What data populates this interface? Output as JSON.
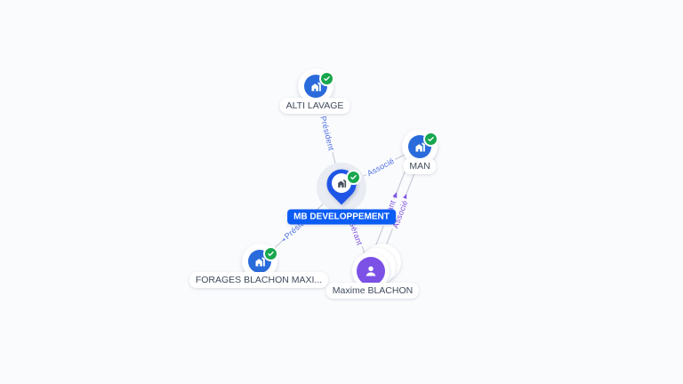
{
  "canvas": {
    "background": "#fafbfd"
  },
  "nodes": [
    {
      "label": "ALTI LAVAGE",
      "type": "company",
      "verified": true
    },
    {
      "label": "MAN",
      "type": "company",
      "verified": true
    },
    {
      "label": "MB DEVELOPPEMENT",
      "type": "company",
      "focused": true,
      "verified": true
    },
    {
      "label": "FORAGES BLACHON MAXI...",
      "type": "company",
      "verified": true
    },
    {
      "label": "Maxime BLACHON",
      "type": "person",
      "verified": false,
      "stacked": true
    }
  ],
  "edges": [
    {
      "from": "MB DEVELOPPEMENT",
      "to": "ALTI LAVAGE",
      "role": "Président"
    },
    {
      "from": "MB DEVELOPPEMENT",
      "to": "MAN",
      "role": "Associé"
    },
    {
      "from": "MB DEVELOPPEMENT",
      "to": "FORAGES BLACHON MAXI...",
      "role": "Président"
    },
    {
      "from": "Maxime BLACHON",
      "to": "MB DEVELOPPEMENT",
      "role": "Gérant"
    },
    {
      "from": "Maxime BLACHON",
      "to": "MAN",
      "role": "Gérant"
    },
    {
      "from": "Maxime BLACHON",
      "to": "MAN",
      "role": "Associé"
    }
  ],
  "icons": {
    "company": "building-icon",
    "person": "person-icon",
    "verified": "check-badge-icon",
    "focused": "map-pin-icon"
  },
  "colors": {
    "background": "#fafbfd",
    "company_blue": "#2a6bdb",
    "focus_pin_blue": "#1e55e6",
    "focus_label_blue": "#0b5cf5",
    "person_purple": "#7b51e6",
    "verified_green": "#18a64e",
    "edge_line": "#c3c9d4",
    "company_edge_label": "#4e6fe3",
    "person_edge_label": "#7e52e0",
    "node_label_text": "#3f4a5c"
  }
}
